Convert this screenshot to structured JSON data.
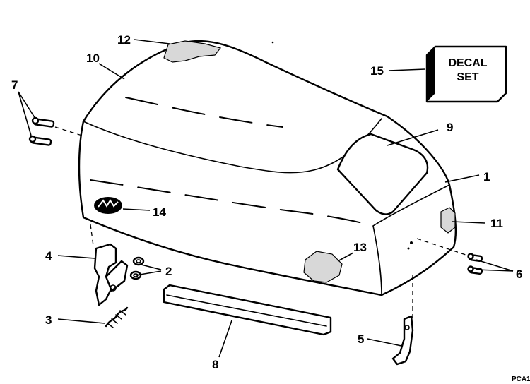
{
  "callouts": {
    "c1": "1",
    "c2": "2",
    "c3": "3",
    "c4": "4",
    "c5": "5",
    "c6": "6",
    "c7": "7",
    "c8": "8",
    "c9": "9",
    "c10": "10",
    "c11": "11",
    "c12": "12",
    "c13": "13",
    "c14": "14",
    "c15": "15"
  },
  "decal_box": {
    "line1": "DECAL",
    "line2": "SET"
  },
  "reference_code": "PCA1"
}
